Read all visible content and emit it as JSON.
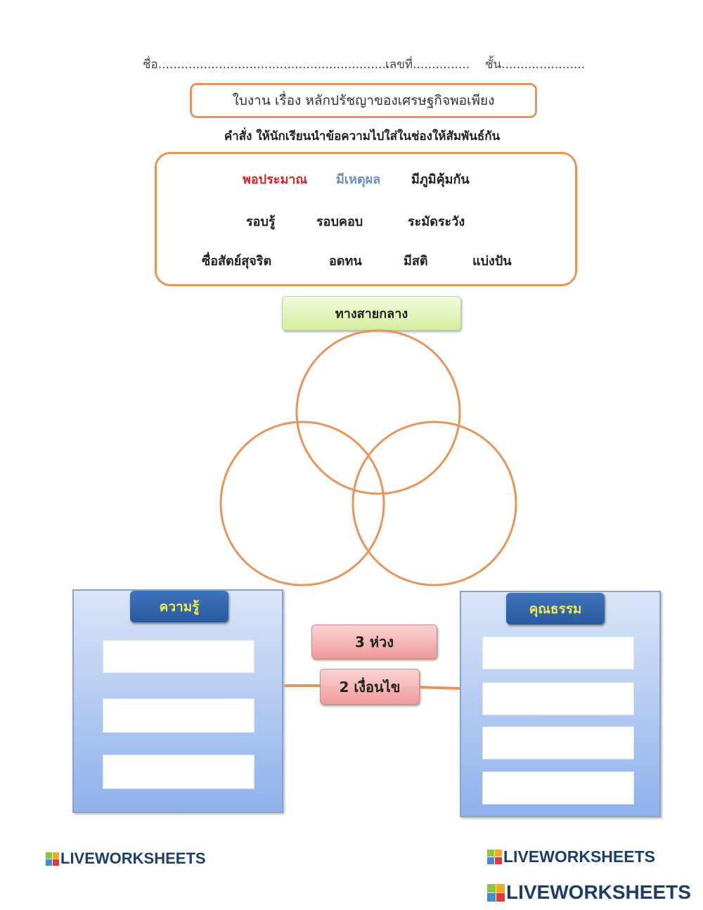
{
  "header": {
    "name_label": "ชื่อ.............................................................",
    "number_label": "เลขที่...............",
    "class_label": "ชั้น......................"
  },
  "title": "ใบงาน  เรื่อง หลักปรัชญาของเศรษฐกิจพอเพียง",
  "instruction": "คำสั่ง  ให้นักเรียนนำข้อความไปใส่ในช่องให้สัมพันธ์กัน",
  "word_bank": [
    "พอประมาณ",
    "มีเหตุผล",
    "มีภูมิคุ้มกัน",
    "รอบรู้",
    "รอบคอบ",
    "ระมัดระวัง",
    "ซื่อสัตย์สุจริต",
    "อดทน",
    "มีสติ",
    "แบ่งปัน"
  ],
  "middle_path": "ทางสายกลาง",
  "knowledge": {
    "label": "ความรู้"
  },
  "morality": {
    "label": "คุณธรรม"
  },
  "three_rings": "3 ห่วง",
  "two_conditions": "2 เงื่อนไข",
  "logo_text": "LIVEWORKSHEETS",
  "colors": {
    "accent": "#e8945a",
    "red_word": "#d9252a",
    "blue_word": "#6d8fca"
  }
}
